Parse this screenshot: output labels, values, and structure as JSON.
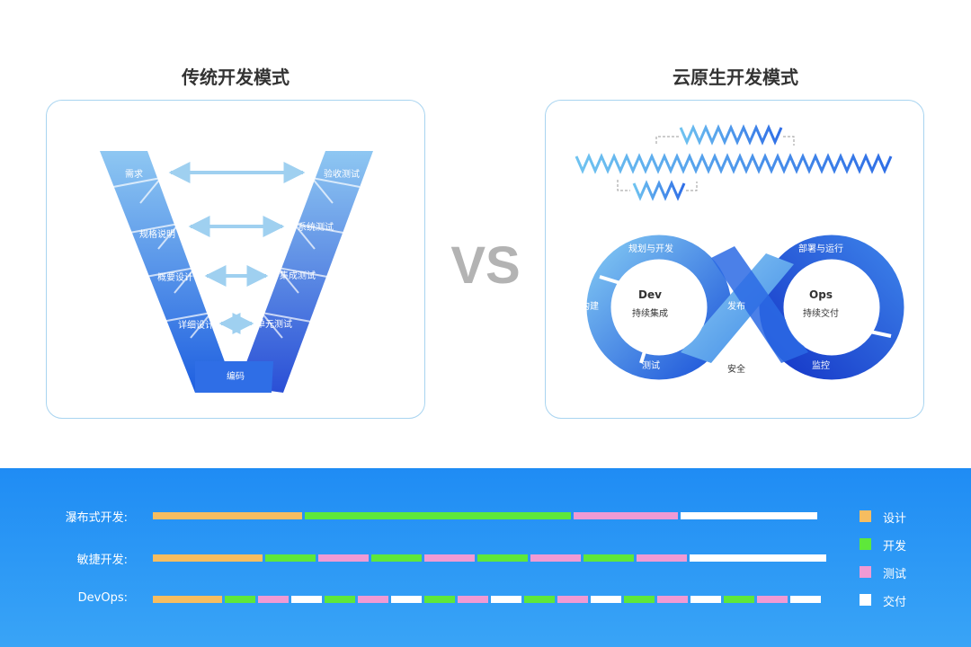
{
  "traditional": {
    "title": "传统开发模式",
    "left_stages": [
      "需求",
      "规格说明",
      "概要设计",
      "详细设计"
    ],
    "bottom_stage": "编码",
    "right_stages": [
      "验收测试",
      "系统测试",
      "集成测试",
      "单元测试"
    ]
  },
  "vs_text": "VS",
  "cloud": {
    "title": "云原生开发模式",
    "dev_title": "Dev",
    "dev_sub": "持续集成",
    "ops_title": "Ops",
    "ops_sub": "持续交付",
    "loop_labels": {
      "plan": "规划与开发",
      "build": "构建",
      "test": "测试",
      "release": "发布",
      "deploy": "部署与运行",
      "monitor": "监控",
      "security": "安全"
    }
  },
  "timeline": {
    "rows": [
      {
        "label": "瀑布式开发:",
        "segments": [
          "design",
          "dev",
          "test",
          "deliver"
        ]
      },
      {
        "label": "敏捷开发:",
        "segments": [
          "design",
          "dev",
          "test",
          "dev",
          "test",
          "dev",
          "test",
          "dev",
          "test",
          "deliver"
        ]
      },
      {
        "label": "DevOps:",
        "segments": [
          "design",
          "dev",
          "test",
          "deliver",
          "dev",
          "test",
          "deliver",
          "dev",
          "test",
          "deliver",
          "dev",
          "test",
          "deliver",
          "dev",
          "test",
          "deliver",
          "dev",
          "test",
          "deliver"
        ]
      }
    ],
    "legend": [
      {
        "key": "design",
        "label": "设计",
        "color": "#f6bd60"
      },
      {
        "key": "dev",
        "label": "开发",
        "color": "#5ee83a"
      },
      {
        "key": "test",
        "label": "测试",
        "color": "#f09ad4"
      },
      {
        "key": "deliver",
        "label": "交付",
        "color": "#ffffff"
      }
    ]
  }
}
